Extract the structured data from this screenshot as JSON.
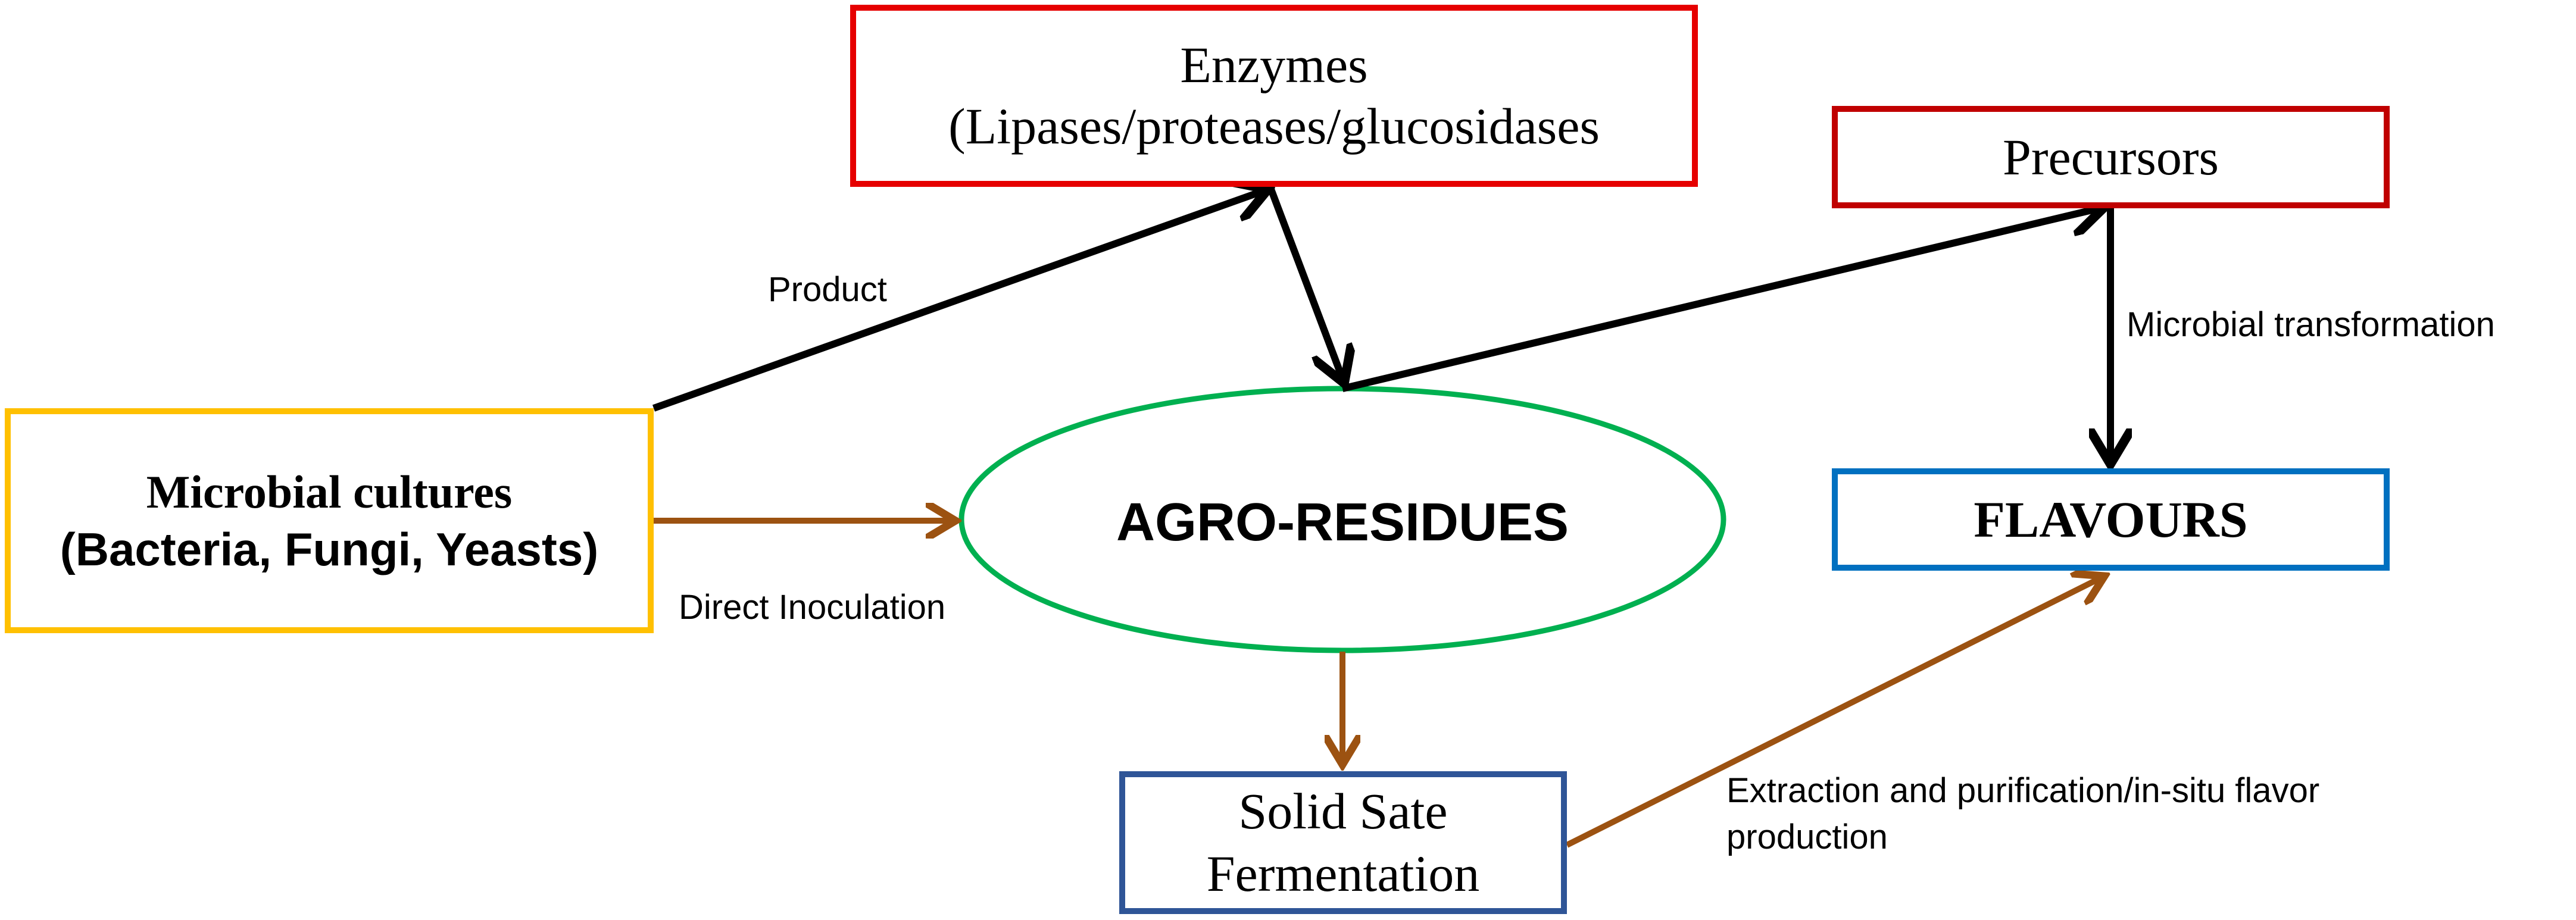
{
  "nodes": {
    "enzymes": {
      "line1": "Enzymes",
      "line2": "(Lipases/proteases/glucosidases"
    },
    "precursors": {
      "label": "Precursors"
    },
    "microbial_cultures": {
      "line1": "Microbial cultures",
      "line2": "(Bacteria, Fungi, Yeasts)"
    },
    "agro_residues": {
      "label": "AGRO-RESIDUES"
    },
    "flavours": {
      "label": "FLAVOURS"
    },
    "solid_state_fermentation": {
      "line1": "Solid Sate",
      "line2": "Fermentation"
    }
  },
  "edge_labels": {
    "product": "Product",
    "direct_inoculation": "Direct Inoculation",
    "microbial_transformation": "Microbial transformation",
    "extraction_line1": "Extraction and purification/in-situ flavor",
    "extraction_line2": "production"
  },
  "colors": {
    "black_arrow": "#000000",
    "brown_arrow": "#9c5211",
    "enzymes_border": "#e60000",
    "precursors_border": "#c00000",
    "microbial_border": "#ffc000",
    "agro_border": "#00b050",
    "flavours_border": "#0070c0",
    "ssf_border": "#2f5597"
  }
}
